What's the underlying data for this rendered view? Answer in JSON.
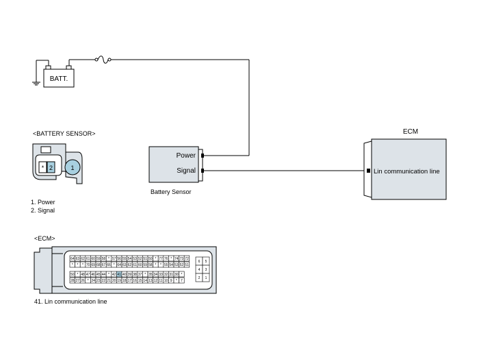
{
  "battery": {
    "label": "BATT."
  },
  "battery_sensor": {
    "box_label": "Battery Sensor",
    "power_label": "Power",
    "signal_label": "Signal",
    "connector_title": "<BATTERY  SENSOR>",
    "pin_star": "*",
    "pin_2": "2",
    "pin_1": "1",
    "legend": [
      "1. Power",
      "2. Signal"
    ]
  },
  "ecm": {
    "box_title": "ECM",
    "lin_label": "Lin communication line",
    "connector_title": "<ECM>",
    "legend": [
      "41. Lin communication line"
    ],
    "highlight_pin": "41",
    "colors": {
      "fill": "#dde3e8",
      "highlight": "#a8d0e0",
      "wire": "#000000"
    },
    "pin_rows": [
      [
        "64",
        "63",
        "62",
        "61",
        "60",
        "59",
        "58",
        "*",
        "57",
        "56",
        "55",
        "54",
        "53",
        "52",
        "51",
        "50",
        "*",
        "77",
        "76",
        "*",
        "74",
        "73",
        "72"
      ],
      [
        "*",
        "*",
        "*",
        "70",
        "69",
        "68",
        "67",
        "66",
        "*",
        "64",
        "63",
        "62",
        "61",
        "60",
        "59",
        "58",
        "*",
        "*",
        "55",
        "54",
        "53",
        "52",
        "51"
      ],
      [
        "50",
        "*",
        "48",
        "47",
        "46",
        "45",
        "44",
        "*",
        "42",
        "41",
        "40",
        "39",
        "38",
        "37",
        "*",
        "35",
        "34",
        "33",
        "32",
        "31",
        "30",
        "*"
      ],
      [
        "28",
        "27",
        "26",
        "*",
        "24",
        "23",
        "22",
        "21",
        "20",
        "19",
        "18",
        "17",
        "16",
        "15",
        "14",
        "13",
        "12",
        "11",
        "10",
        "9",
        "*",
        "7"
      ]
    ],
    "small_block": [
      "6",
      "5",
      "4",
      "3",
      "2",
      "1"
    ]
  }
}
